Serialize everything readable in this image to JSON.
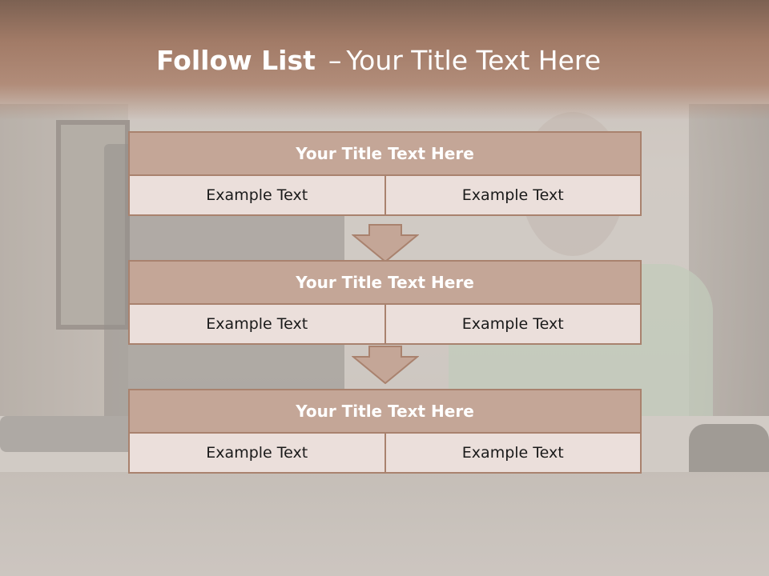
{
  "slide": {
    "title_bold": "Follow List",
    "title_dash": "–",
    "title_rest": "Your Title Text Here"
  },
  "blocks": [
    {
      "title": "Your Title Text Here",
      "left": "Example Text",
      "right": "Example Text"
    },
    {
      "title": "Your Title Text Here",
      "left": "Example Text",
      "right": "Example Text"
    },
    {
      "title": "Your Title Text Here",
      "left": "Example Text",
      "right": "Example Text"
    }
  ],
  "colors": {
    "header": "#a27b67",
    "box_title": "#c4a697",
    "box_cell": "#ebdfdb",
    "border": "#a9826e"
  },
  "icons": [
    "down-arrow-icon"
  ]
}
